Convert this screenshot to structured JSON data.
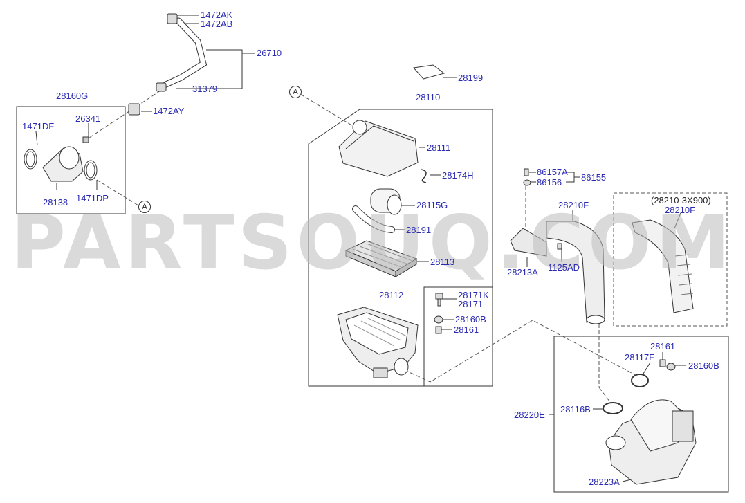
{
  "watermark": "PARTSOUQ.COM",
  "callouts": {
    "section_marker_a1": "A",
    "section_marker_a2": "A"
  },
  "labels": {
    "l_1472AK": "1472AK",
    "l_1472AB": "1472AB",
    "l_26710": "26710",
    "l_31379": "31379",
    "l_1472AY": "1472AY",
    "l_28160G": "28160G",
    "l_1471DF": "1471DF",
    "l_26341": "26341",
    "l_28138": "28138",
    "l_1471DP": "1471DP",
    "l_28199": "28199",
    "l_28110": "28110",
    "l_28111": "28111",
    "l_28174H": "28174H",
    "l_28115G": "28115G",
    "l_28191": "28191",
    "l_28113": "28113",
    "l_28112": "28112",
    "l_28171K": "28171K",
    "l_28171": "28171",
    "l_28160B_a": "28160B",
    "l_28161_a": "28161",
    "l_86157A": "86157A",
    "l_86155": "86155",
    "l_86156": "86156",
    "l_28210F_a": "28210F",
    "l_28213A": "28213A",
    "l_1125AD": "1125AD",
    "l_variant": "(28210-3X900)",
    "l_28210F_b": "28210F",
    "l_28161_b": "28161",
    "l_28117F": "28117F",
    "l_28160B_b": "28160B",
    "l_28220E": "28220E",
    "l_28116B": "28116B",
    "l_28223A": "28223A"
  }
}
